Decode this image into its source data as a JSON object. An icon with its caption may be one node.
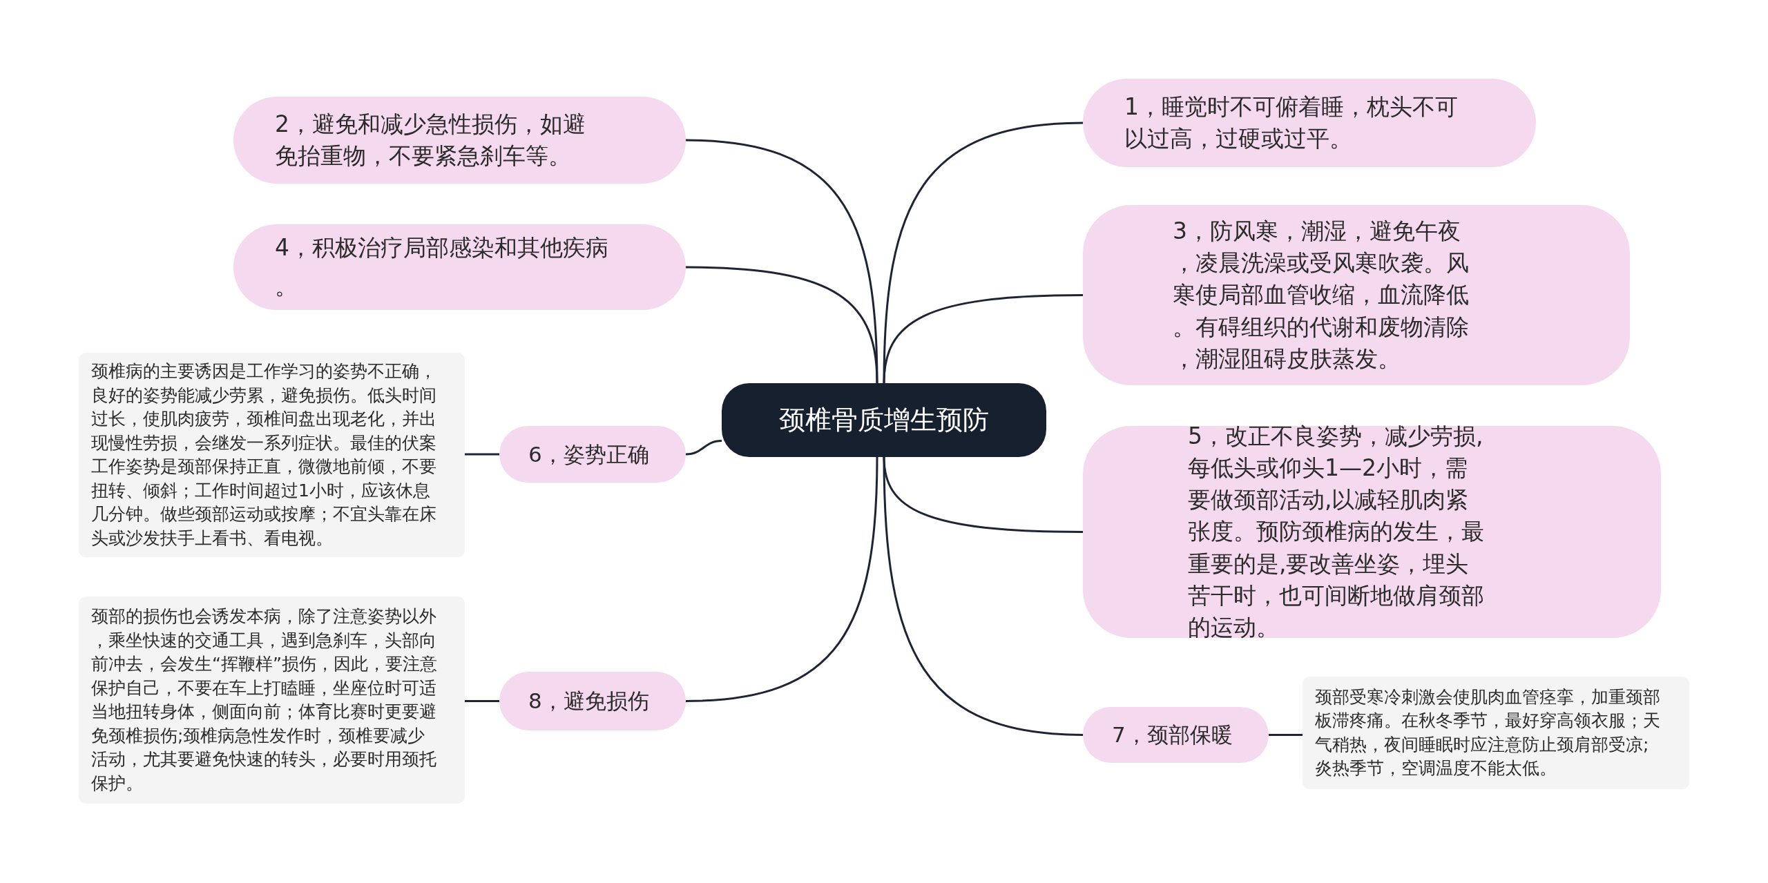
{
  "diagram": {
    "nodes": [
      {
        "text": [
          "颈椎骨质增生预防"
        ]
      },
      {
        "text": [
          "1，睡觉时不可俯着睡，枕头不可以过高，过硬或过平。"
        ]
      },
      {
        "text": [
          "2，避免和减少急性损伤，如避免抬重物，不要紧急刹车等。"
        ]
      },
      {
        "text": [
          "3，防风寒，潮湿，避免午夜，凌晨洗澡或受风寒吹袭。风寒使局部血管收缩，血流降低。有碍组织的代谢和废物清除，潮湿阻碍皮肤蒸发。"
        ]
      },
      {
        "text": [
          "4，积极治疗局部感染和其他疾病。"
        ]
      },
      {
        "text": [
          "5，改正不良姿势，减少劳损,每低头或仰头1—2小时，需要做颈部活动,以减轻肌肉紧张度。预防颈椎病的发生，最重要的是,要改善坐姿，埋头苦干时，也可间断地做肩颈部的运动。"
        ]
      },
      {
        "text": [
          "6，姿势正确"
        ]
      },
      {
        "text": [
          "7，颈部保暖"
        ]
      },
      {
        "text": [
          "8，避免损伤"
        ]
      },
      {
        "text": [
          "颈椎病的主要诱因是工作学习的姿势不正确，良好的姿势能减少劳累，避免损伤。低头时间过长，使肌肉疲劳，颈椎间盘出现老化，并出现慢性劳损，会继发一系列症状。最佳的伏案工作姿势是颈部保持正直，微微地前倾，不要扭转、倾斜；工作时间超过1小时，应该休息几分钟。做些颈部运动或按摩；不宜头靠在床头或沙发扶手上看书、看电视。"
        ]
      },
      {
        "text": [
          "颈部的损伤也会诱发本病，除了注意姿势以外，乘坐快速的交通工具，遇到急刹车，头部向前冲去，会发生“挥鞭样”损伤，因此，要注意保护自己，不要在车上打瞌睡，坐座位时可适当地扭转身体，侧面向前；体育比赛时更要避免颈椎损伤;颈椎病急性发作时，颈椎要减少活动，尤其要避免快速的转头，必要时用颈托保护。"
        ]
      },
      {
        "text": [
          "颈部受寒冷刺激会使肌肉血管痉挛，加重颈部板滞疼痛。在秋冬季节，最好穿高领衣服；天气稍热，夜间睡眠时应注意防止颈肩部受凉;炎热季节，空调温度不能太低。"
        ]
      }
    ],
    "edges": [
      {
        "from": 0,
        "to": 1,
        "arrow": "none"
      },
      {
        "from": 0,
        "to": 2,
        "arrow": "none"
      },
      {
        "from": 0,
        "to": 3,
        "arrow": "none"
      },
      {
        "from": 0,
        "to": 4,
        "arrow": "none"
      },
      {
        "from": 0,
        "to": 5,
        "arrow": "none"
      },
      {
        "from": 0,
        "to": 6,
        "arrow": "none"
      },
      {
        "from": 0,
        "to": 7,
        "arrow": "none"
      },
      {
        "from": 0,
        "to": 8,
        "arrow": "none"
      },
      {
        "from": 6,
        "to": 9,
        "arrow": "none"
      },
      {
        "from": 8,
        "to": 10,
        "arrow": "none"
      },
      {
        "from": 7,
        "to": 11,
        "arrow": "none"
      }
    ]
  }
}
